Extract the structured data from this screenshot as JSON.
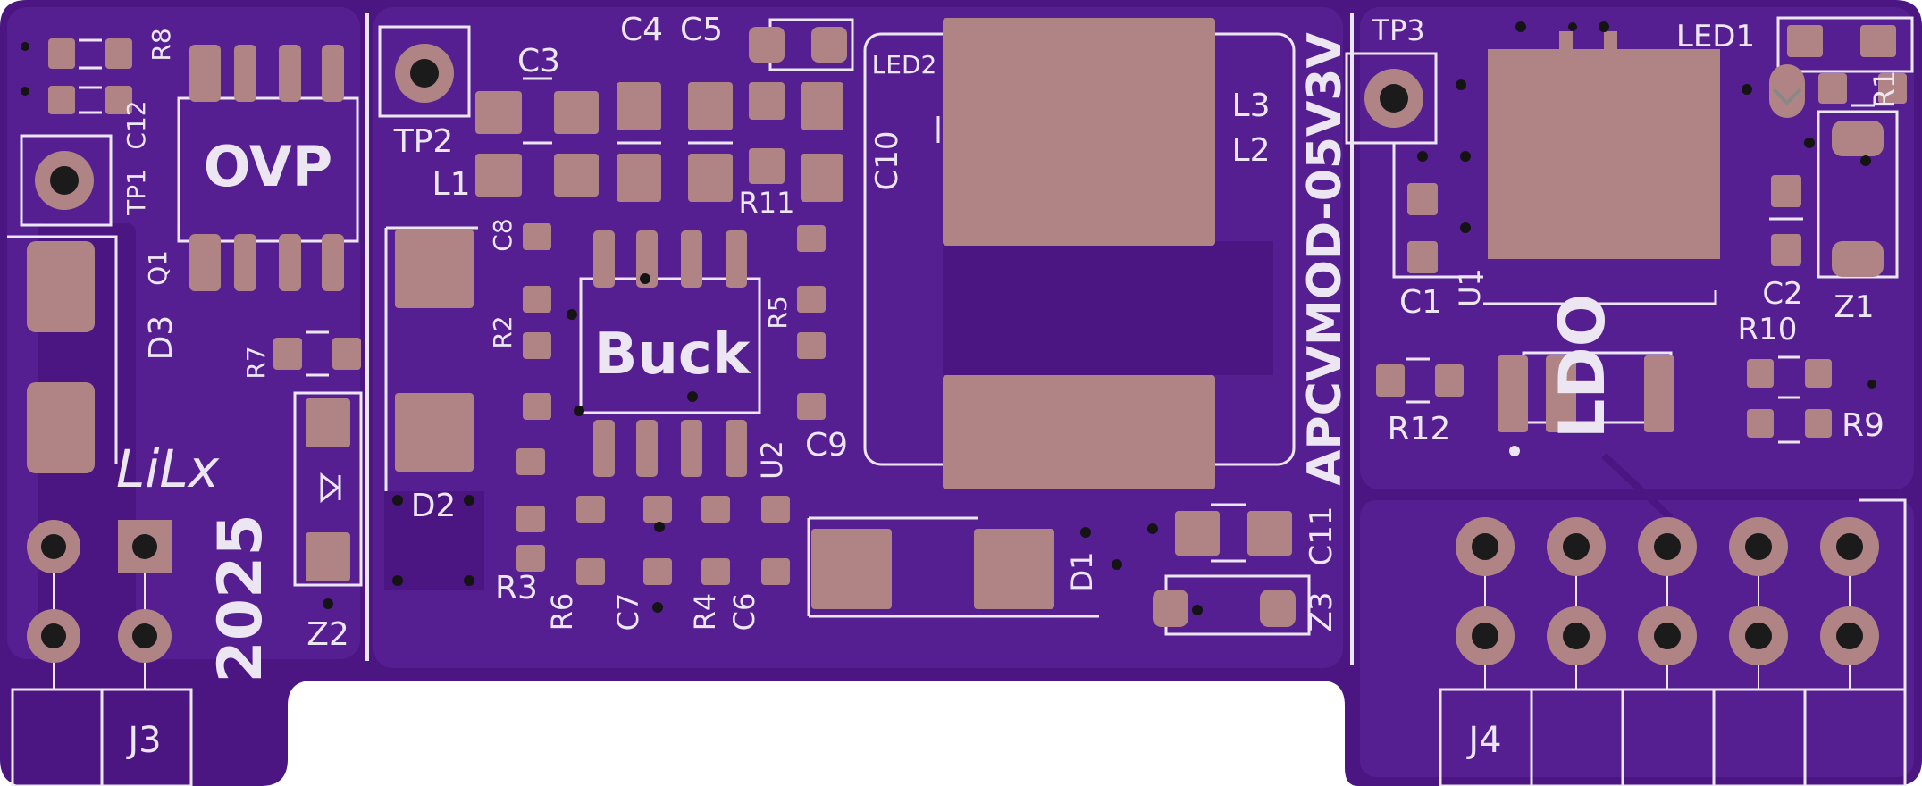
{
  "board": {
    "part_number": "APCVMOD-05V3V",
    "signature": "LiLx",
    "year": "2025",
    "colors": {
      "substrate": "#4b1582",
      "copper_pour": "#561f91",
      "silkscreen": "#ece6f2",
      "pad": "#b08484",
      "drill": "#1b1b1b",
      "background": "#ffffff"
    }
  },
  "blocks": {
    "ovp": "OVP",
    "buck": "Buck",
    "ldo": "LDO"
  },
  "refdes": {
    "r8": "R8",
    "c12": "C12",
    "tp1": "TP1",
    "q1": "Q1",
    "d3": "D3",
    "r7": "R7",
    "z2": "Z2",
    "j3": "J3",
    "tp2": "TP2",
    "l1": "L1",
    "c3": "C3",
    "c4": "C4",
    "c5": "C5",
    "c8": "C8",
    "r2": "R2",
    "d2": "D2",
    "r3": "R3",
    "r6": "R6",
    "c7": "C7",
    "r4": "R4",
    "c6": "C6",
    "u2": "U2",
    "c9": "C9",
    "r5": "R5",
    "r11": "R11",
    "led2": "LED2",
    "c10": "C10",
    "l3": "L3",
    "l2": "L2",
    "d1": "D1",
    "c11": "C11",
    "z3": "Z3",
    "tp3": "TP3",
    "c1": "C1",
    "u1": "U1",
    "led1": "LED1",
    "r1": "R1",
    "c2": "C2",
    "z1": "Z1",
    "r10": "R10",
    "r12": "R12",
    "r9": "R9",
    "j4": "J4"
  }
}
